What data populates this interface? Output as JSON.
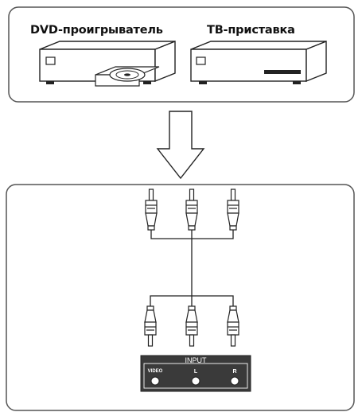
{
  "devices": {
    "dvd_label": "DVD-проигрыватель",
    "stb_label": "ТВ-приставка"
  },
  "input_panel": {
    "title": "INPUT",
    "video_label": "VIDEO",
    "left_label": "L",
    "right_label": "R"
  },
  "colors": {
    "line": "#222222",
    "panel": "#3a3a3a",
    "frame": "#555555"
  }
}
